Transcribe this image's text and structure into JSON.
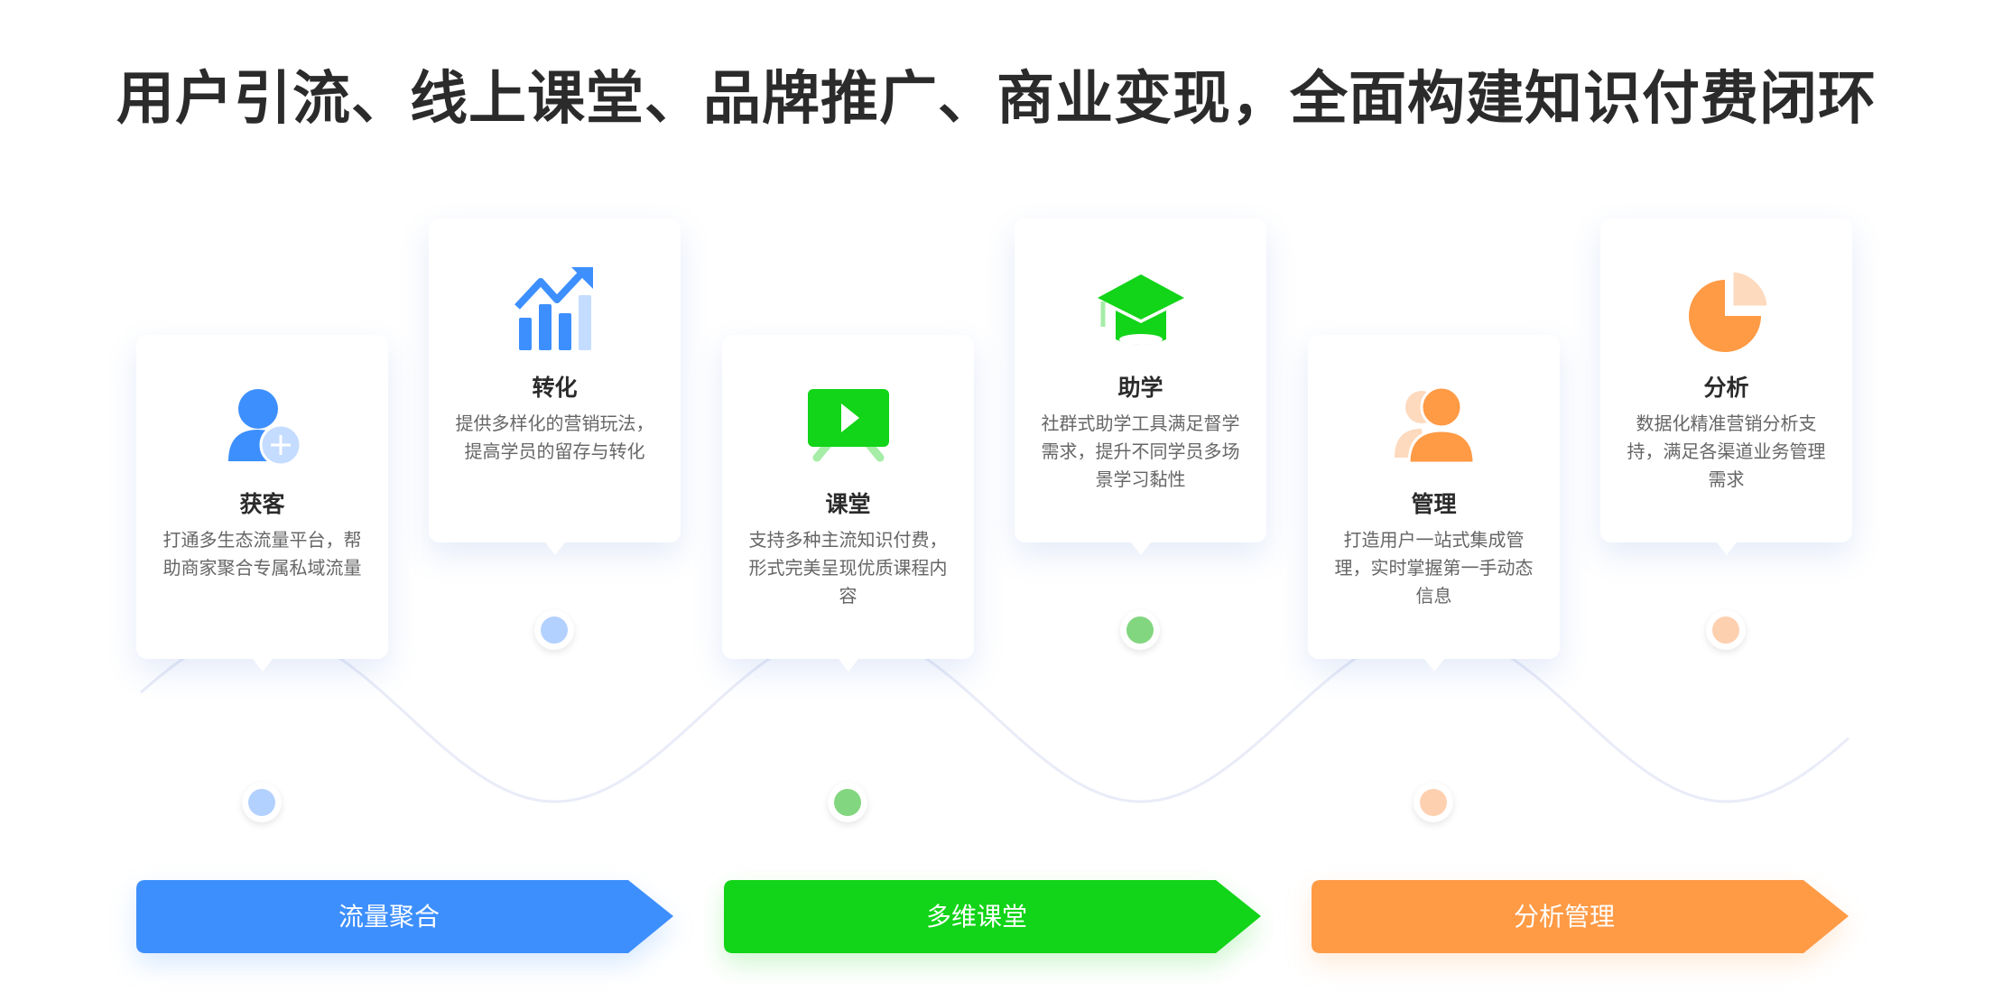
{
  "title": "用户引流、线上课堂、品牌推广、商业变现，全面构建知识付费闭环",
  "cards": [
    {
      "title": "获客",
      "desc": "打通多生态流量平台，帮助商家聚合专属私域流量",
      "icon": "user-add-icon",
      "color": "#3d8ffe"
    },
    {
      "title": "转化",
      "desc": "提供多样化的营销玩法，提高学员的留存与转化",
      "icon": "trend-chart-icon",
      "color": "#3d8ffe"
    },
    {
      "title": "课堂",
      "desc": "支持多种主流知识付费，形式完美呈现优质课程内容",
      "icon": "video-screen-icon",
      "color": "#12d418"
    },
    {
      "title": "助学",
      "desc": "社群式助学工具满足督学需求，提升不同学员多场景学习黏性",
      "icon": "graduation-cap-icon",
      "color": "#12d418"
    },
    {
      "title": "管理",
      "desc": "打造用户一站式集成管理，实时掌握第一手动态信息",
      "icon": "users-icon",
      "color": "#ff9a45"
    },
    {
      "title": "分析",
      "desc": "数据化精准营销分析支持，满足各渠道业务管理需求",
      "icon": "pie-chart-icon",
      "color": "#ff9a45"
    }
  ],
  "stages": [
    {
      "label": "流量聚合",
      "color": "#3d8ffe"
    },
    {
      "label": "多维课堂",
      "color": "#12d418"
    },
    {
      "label": "分析管理",
      "color": "#ff9a45"
    }
  ],
  "dot_colors": [
    "#b3d1ff",
    "#b3d1ff",
    "#82d67f",
    "#82d67f",
    "#fdd0b0",
    "#fdd0b0"
  ]
}
